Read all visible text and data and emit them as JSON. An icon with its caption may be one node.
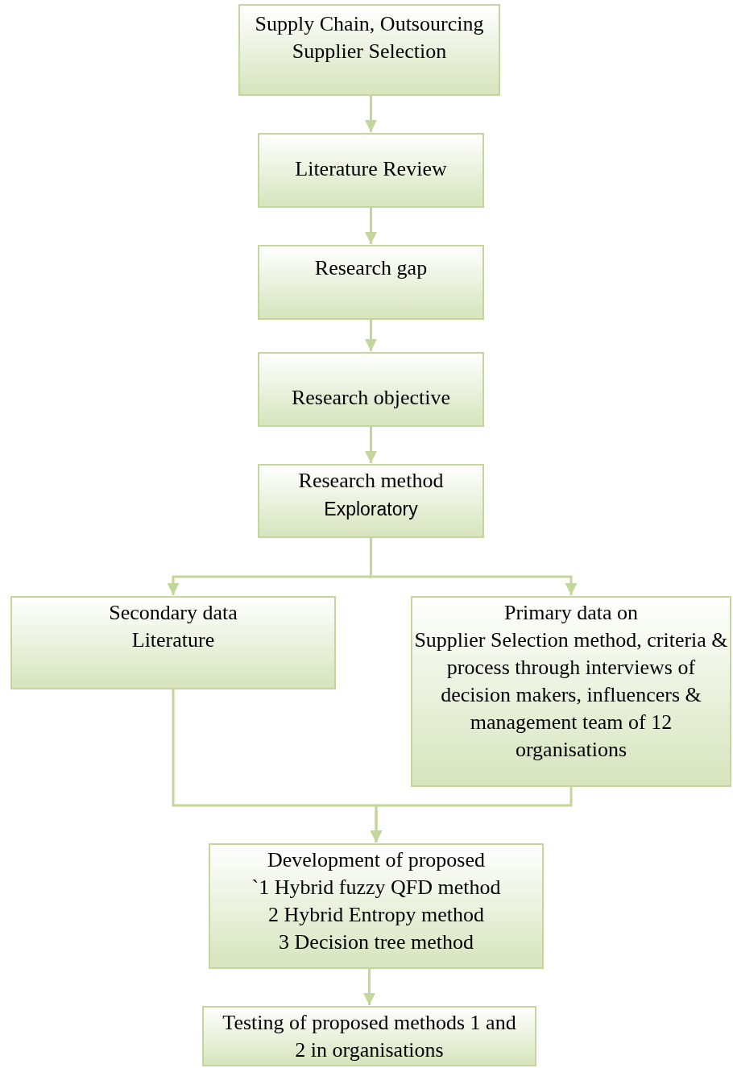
{
  "diagram": {
    "nodes": [
      {
        "text": [
          "Supply Chain, Outsourcing Supplier Selection"
        ]
      },
      {
        "text": [
          "Literature Review"
        ]
      },
      {
        "text": [
          "Research gap"
        ]
      },
      {
        "text": [
          "Research objective"
        ]
      },
      {
        "text": [
          "Research method",
          "Exploratory"
        ]
      },
      {
        "text": [
          "Secondary data Literature"
        ]
      },
      {
        "text": [
          "Primary data on",
          "Supplier Selection method, criteria & process through interviews of decision makers, influencers & management team of 12 organisations"
        ]
      },
      {
        "text": [
          "Development of proposed",
          "`1 Hybrid fuzzy QFD method",
          "2 Hybrid Entropy method",
          "3 Decision tree method"
        ]
      },
      {
        "text": [
          "Testing of proposed methods 1 and 2 in organisations"
        ]
      }
    ],
    "edges": [
      {
        "from": 0,
        "to": 1,
        "arrow": "to"
      },
      {
        "from": 1,
        "to": 2,
        "arrow": "to"
      },
      {
        "from": 2,
        "to": 3,
        "arrow": "to"
      },
      {
        "from": 3,
        "to": 4,
        "arrow": "to"
      },
      {
        "from": 4,
        "to": 5,
        "arrow": "to"
      },
      {
        "from": 4,
        "to": 6,
        "arrow": "to"
      },
      {
        "from": 5,
        "to": 7,
        "arrow": "to"
      },
      {
        "from": 6,
        "to": 7,
        "arrow": "to"
      },
      {
        "from": 7,
        "to": 8,
        "arrow": "to"
      }
    ]
  }
}
